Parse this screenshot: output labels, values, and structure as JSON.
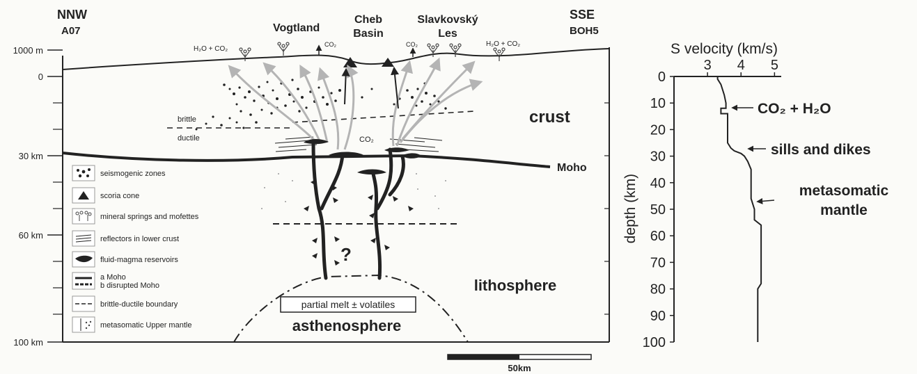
{
  "colors": {
    "ink": "#222222",
    "arrow": "#b4b4b4",
    "background": "#fbfbf8"
  },
  "section": {
    "left_end": {
      "direction": "NNW",
      "station": "A07"
    },
    "right_end": {
      "direction": "SSE",
      "station": "BOH5"
    },
    "places": [
      {
        "line1": "Vogtland",
        "line2": ""
      },
      {
        "line1": "Cheb",
        "line2": "Basin"
      },
      {
        "line1": "Slavkovský",
        "line2": "Les"
      }
    ],
    "depth_ticks": [
      "1000 m",
      "0",
      "30 km",
      "60 km",
      "100 km"
    ],
    "gas_labels": {
      "h2o_co2": "H₂O + CO₂",
      "co2": "CO₂",
      "co2_deep": "CO₂"
    },
    "layers": {
      "crust": "crust",
      "lithosphere": "lithosphere",
      "asthenosphere": "asthenosphere",
      "brittle": "brittle",
      "ductile": "ductile",
      "moho": "Moho"
    },
    "melt_box": "partial melt ± volatiles",
    "question": "?",
    "scale_bar": "50km"
  },
  "legend": [
    {
      "icon": "dots",
      "label": "seismogenic zones"
    },
    {
      "icon": "cone",
      "label": "scoria cone"
    },
    {
      "icon": "spring",
      "label": "mineral springs and mofettes"
    },
    {
      "icon": "reflector",
      "label": "reflectors in lower crust"
    },
    {
      "icon": "reservoir",
      "label": "fluid-magma reservoirs"
    },
    {
      "icon": "moho",
      "label": "a Moho",
      "label2": "b disrupted Moho"
    },
    {
      "icon": "dashed",
      "label": "brittle-ductile boundary"
    },
    {
      "icon": "mantle",
      "label": "metasomatic Upper mantle"
    }
  ],
  "velocity_plot": {
    "title": "S velocity (km/s)",
    "x_ticks": [
      "3",
      "4",
      "5"
    ],
    "y_ticks": [
      "0",
      "10",
      "20",
      "30",
      "40",
      "50",
      "60",
      "70",
      "80",
      "90",
      "100"
    ],
    "ylabel": "depth (km)",
    "x_range": [
      2,
      5.2
    ],
    "y_range": [
      0,
      100
    ],
    "profile": [
      [
        2.1,
        0
      ],
      [
        3.3,
        0
      ],
      [
        3.3,
        1
      ],
      [
        3.4,
        3
      ],
      [
        3.5,
        7
      ],
      [
        3.55,
        10
      ],
      [
        3.55,
        12
      ],
      [
        3.4,
        12
      ],
      [
        3.4,
        14
      ],
      [
        3.6,
        14
      ],
      [
        3.6,
        20
      ],
      [
        3.6,
        25
      ],
      [
        3.7,
        27
      ],
      [
        3.8,
        28
      ],
      [
        4.0,
        29
      ],
      [
        4.1,
        30
      ],
      [
        4.2,
        32
      ],
      [
        4.3,
        35
      ],
      [
        4.3,
        46
      ],
      [
        4.4,
        50
      ],
      [
        4.4,
        54
      ],
      [
        4.6,
        56
      ],
      [
        4.6,
        78
      ],
      [
        4.5,
        80
      ],
      [
        4.5,
        100
      ]
    ],
    "annotations": [
      {
        "line1": "CO₂ + H₂O",
        "line2": ""
      },
      {
        "line1": "sills and dikes",
        "line2": ""
      },
      {
        "line1": "metasomatic",
        "line2": "mantle"
      }
    ]
  }
}
